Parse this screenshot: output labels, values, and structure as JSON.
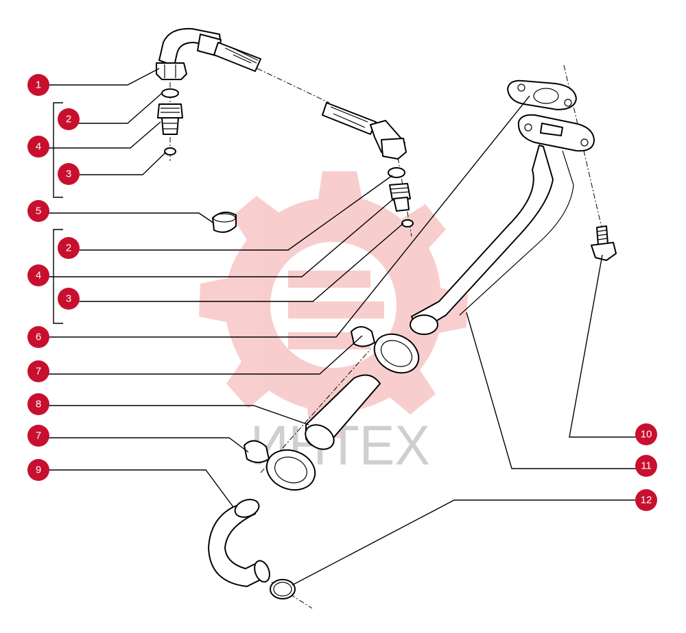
{
  "watermark": {
    "text": "ИНТЕХ",
    "color": "#f4a6a6"
  },
  "accent_color": "#c8102e",
  "callouts": [
    {
      "label": "1"
    },
    {
      "label": "2"
    },
    {
      "label": "4"
    },
    {
      "label": "3"
    },
    {
      "label": "5"
    },
    {
      "label": "2"
    },
    {
      "label": "4"
    },
    {
      "label": "3"
    },
    {
      "label": "6"
    },
    {
      "label": "7"
    },
    {
      "label": "8"
    },
    {
      "label": "7"
    },
    {
      "label": "9"
    },
    {
      "label": "10"
    },
    {
      "label": "11"
    },
    {
      "label": "12"
    }
  ]
}
